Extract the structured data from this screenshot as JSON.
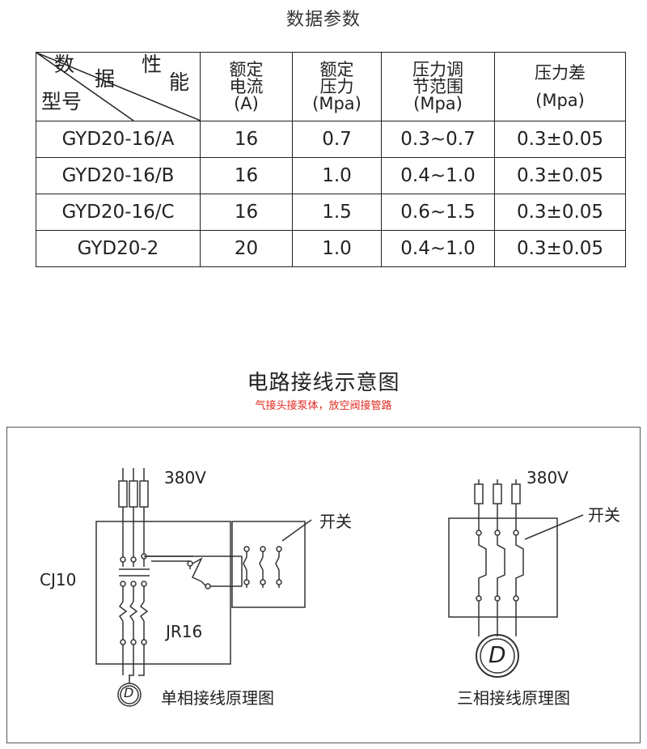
{
  "table_title": "数据参数",
  "table": {
    "corner": {
      "a": "数",
      "b": "据",
      "c": "性",
      "d": "能",
      "e": "型号"
    },
    "headers": [
      {
        "l1": "额定",
        "l2": "电流",
        "l3": "(A)"
      },
      {
        "l1": "额定",
        "l2": "压力",
        "l3": "(Mpa)"
      },
      {
        "l1": "压力调",
        "l2": "节范围",
        "l3": "(Mpa)"
      },
      {
        "l1": "压力差",
        "l2": "",
        "l3": "(Mpa)"
      }
    ],
    "rows": [
      [
        "GYD20-16/A",
        "16",
        "0.7",
        "0.3~0.7",
        "0.3±0.05"
      ],
      [
        "GYD20-16/B",
        "16",
        "1.0",
        "0.4~1.0",
        "0.3±0.05"
      ],
      [
        "GYD20-16/C",
        "16",
        "1.5",
        "0.6~1.5",
        "0.3±0.05"
      ],
      [
        "GYD20-2",
        "20",
        "1.0",
        "0.4~1.0",
        "0.3±0.05"
      ]
    ]
  },
  "circuit": {
    "title": "电路接线示意图",
    "subtitle": "气接头接泵体，放空阀接管路",
    "left": {
      "voltage": "380V",
      "switch": "开关",
      "contactor": "CJ10",
      "relay": "JR16",
      "caption": "单相接线原理图",
      "motor": "D"
    },
    "right": {
      "voltage": "380V",
      "switch": "开关",
      "caption": "三相接线原理图",
      "motor": "D"
    }
  }
}
